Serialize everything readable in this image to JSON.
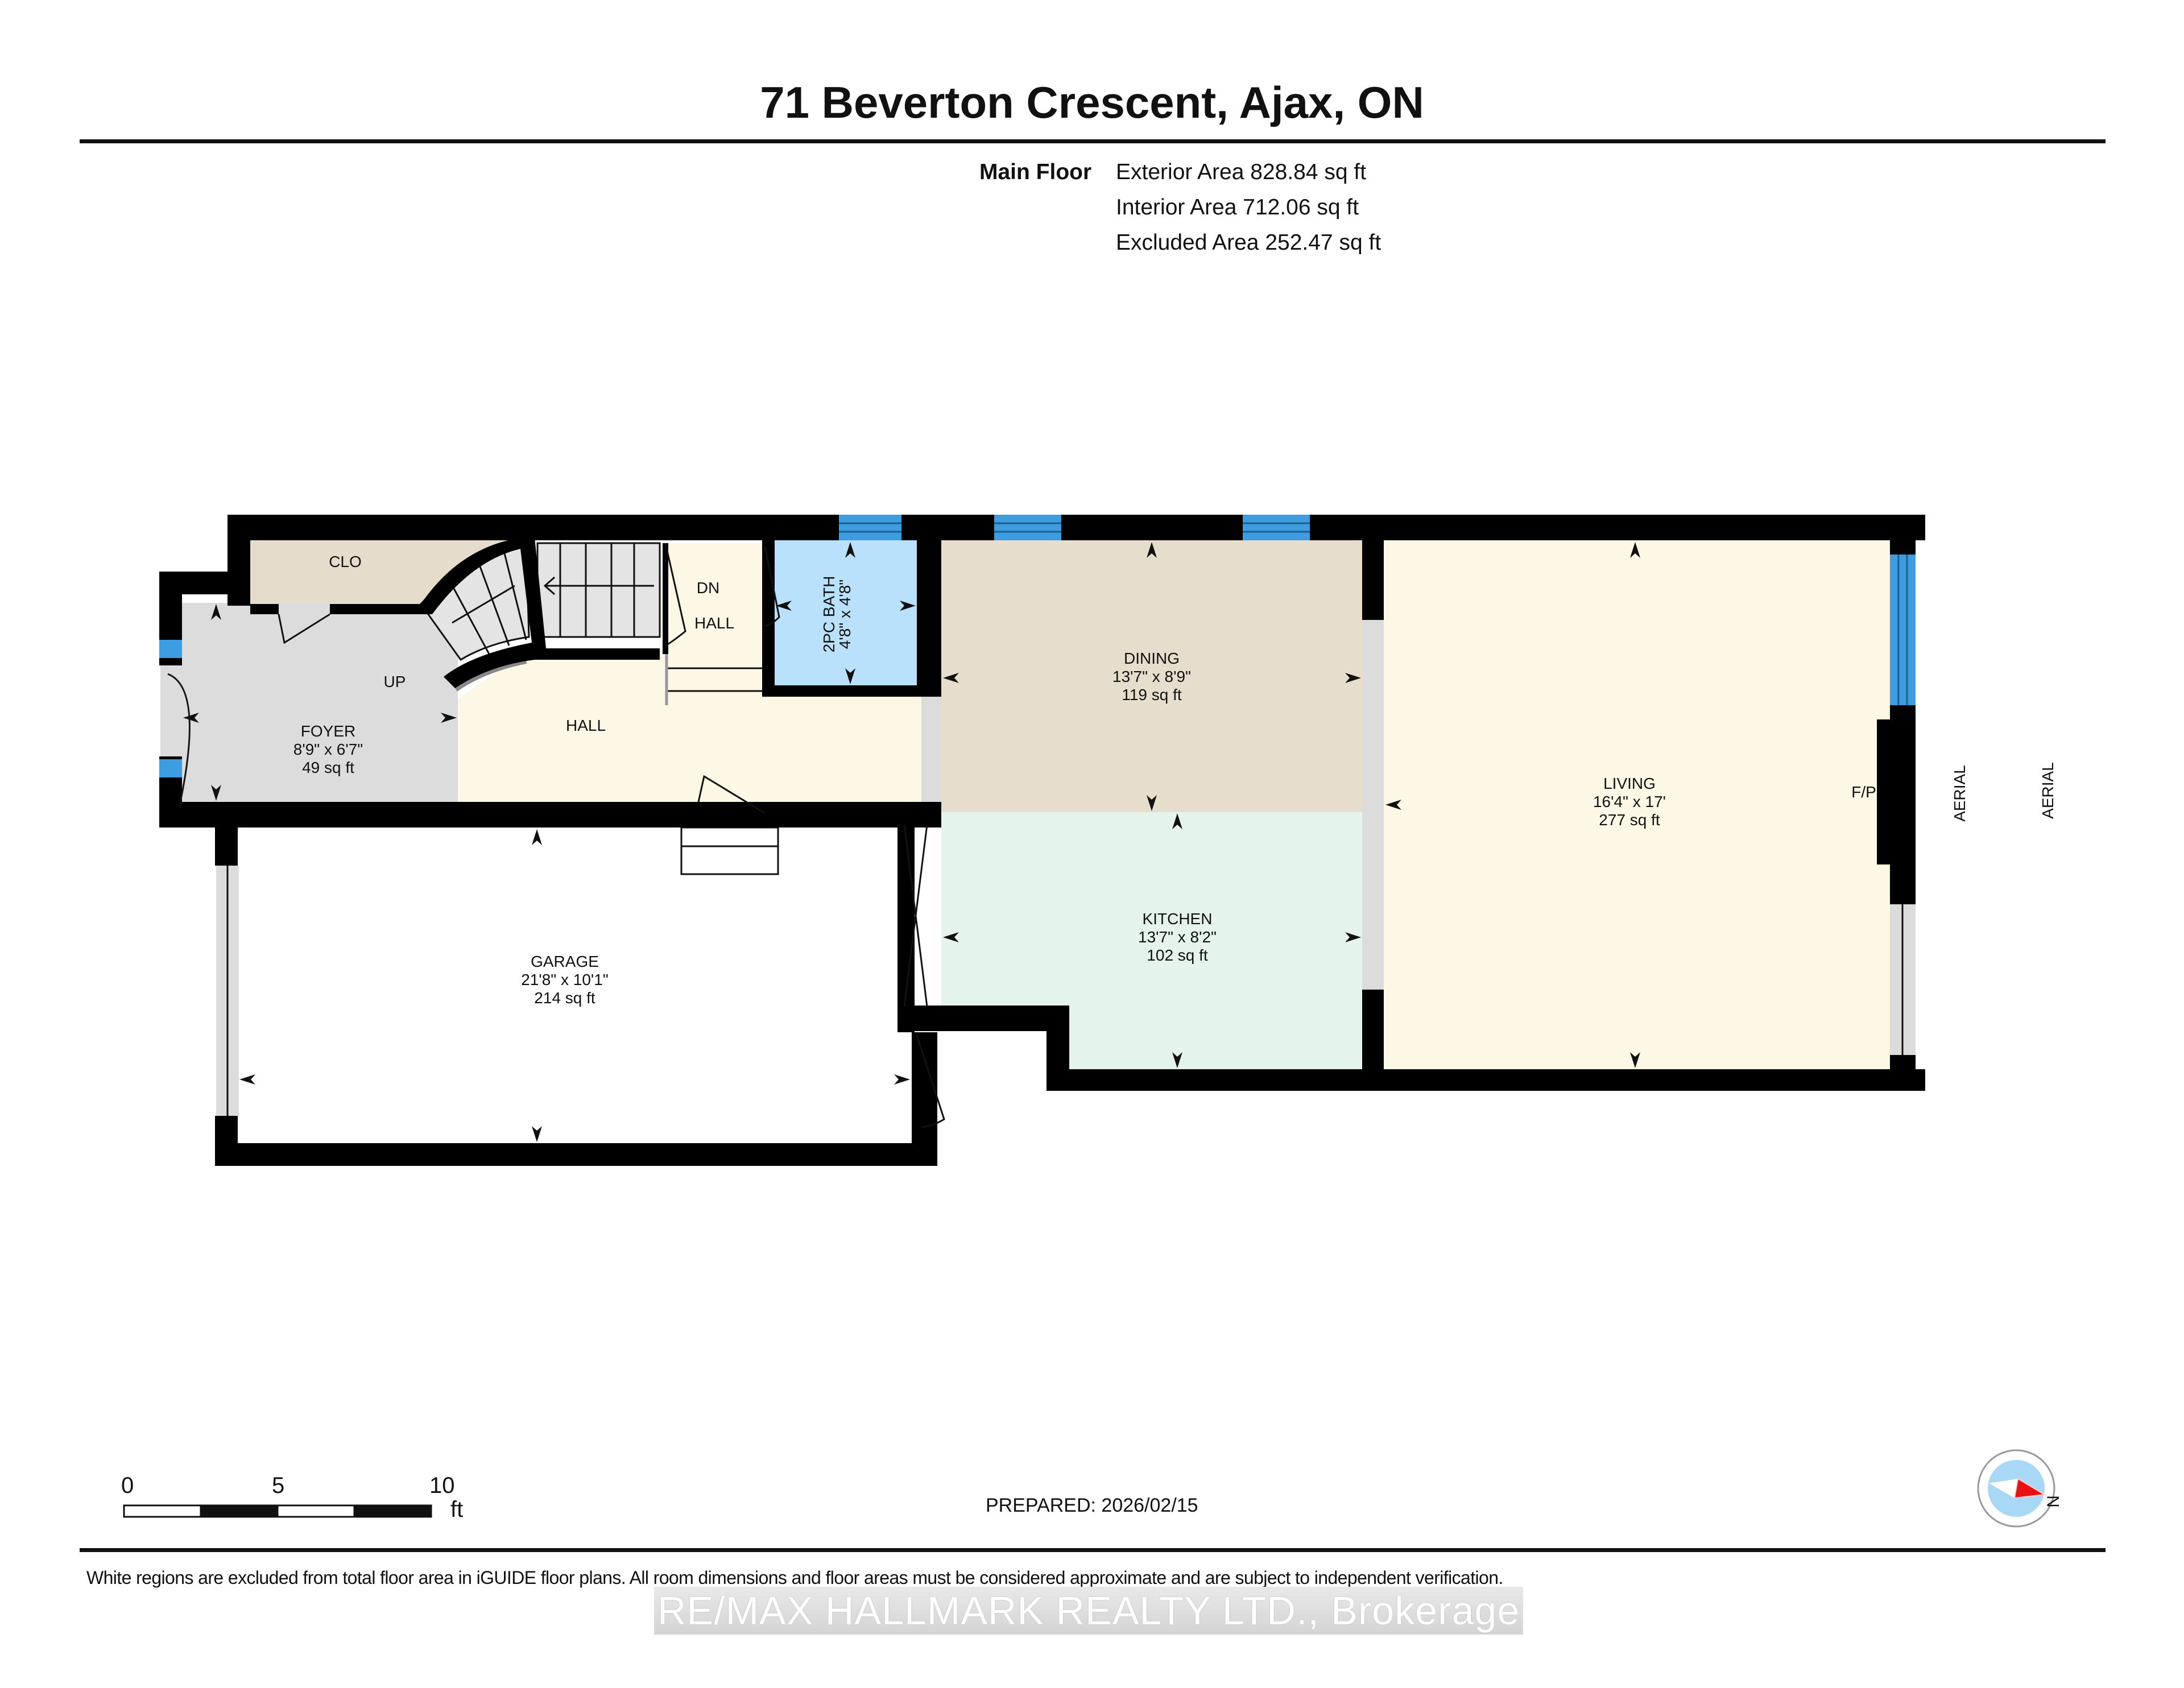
{
  "header": {
    "title": "71 Beverton Crescent, Ajax, ON"
  },
  "floor_summary": {
    "floor_name": "Main Floor",
    "areas": [
      {
        "label": "Exterior Area 828.84 sq ft"
      },
      {
        "label": "Interior Area 712.06 sq ft"
      },
      {
        "label": "Excluded Area 252.47 sq ft"
      }
    ]
  },
  "colors": {
    "wall": "#000000",
    "window": "#3d9de0",
    "foyer": "#dcdcdc",
    "hall": "#fdf8e5",
    "closet": "#e6dccb",
    "bath": "#b9e1fb",
    "dining": "#e7ddcc",
    "kitchen": "#e4f3ec",
    "living": "#fdf8e5",
    "garage": "#ffffff",
    "compass_red": "#e81010",
    "compass_blue": "#a8d8f5"
  },
  "rooms": {
    "clo": {
      "name": "CLO"
    },
    "foyer": {
      "name": "FOYER",
      "dims": "8'9\" x 6'7\"",
      "area": "49 sq ft"
    },
    "hall_main": {
      "name": "HALL"
    },
    "hall_upper": {
      "name": "HALL"
    },
    "bath": {
      "name": "2PC BATH",
      "dims": "4'8\" x 4'8\""
    },
    "dining": {
      "name": "DINING",
      "dims": "13'7\" x 8'9\"",
      "area": "119 sq ft"
    },
    "kitchen": {
      "name": "KITCHEN",
      "dims": "13'7\" x 8'2\"",
      "area": "102 sq ft"
    },
    "living": {
      "name": "LIVING",
      "dims": "16'4\" x 17'",
      "area": "277 sq ft"
    },
    "garage": {
      "name": "GARAGE",
      "dims": "21'8\" x 10'1\"",
      "area": "214 sq ft"
    }
  },
  "annotations": {
    "up": "UP",
    "dn": "DN",
    "fireplace": "F/P",
    "aerial_1": "AERIAL",
    "aerial_2": "AERIAL"
  },
  "scale_bar": {
    "ticks": [
      "0",
      "5",
      "10"
    ],
    "unit": "ft"
  },
  "compass": {
    "north_label": "N"
  },
  "footer": {
    "prepared": "PREPARED: 2026/02/15",
    "disclaimer": "White regions are excluded from total floor area in iGUIDE floor plans. All room dimensions and floor areas must be considered approximate and are subject to independent verification.",
    "watermark": "RE/MAX HALLMARK REALTY LTD., Brokerage"
  }
}
